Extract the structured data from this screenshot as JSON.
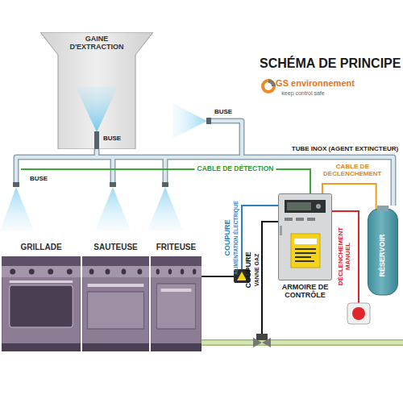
{
  "diagram": {
    "title": "SCHÉMA DE PRINCIPE",
    "nodes": [
      {
        "text": [
          "GAINE D'EXTRACTION"
        ]
      },
      {
        "text": [
          "GRILLADE"
        ]
      },
      {
        "text": [
          "SAUTEUSE"
        ]
      },
      {
        "text": [
          "FRITEUSE"
        ]
      },
      {
        "text": [
          "ARMOIRE DE CONTRÔLE"
        ]
      },
      {
        "text": [
          "RÉSERVOIR"
        ]
      }
    ],
    "edges": [
      {
        "from": 4,
        "to": 5,
        "arrow": "none",
        "label": "CABLE DE DÉCLENCHEMENT"
      }
    ],
    "labels": [
      "BUSE",
      "BUSE",
      "BUSE",
      "TUBE INOX (AGENT EXTINCTEUR)",
      "GS environnement",
      "keep control safe",
      "CABLE DE DÉTECTION",
      "COUPURE",
      "ALIMENTATION ÉLECTRIQUE",
      "COUPURE",
      "VANNE GAZ",
      "DÉCLENCHEMENT MANUEL"
    ]
  }
}
